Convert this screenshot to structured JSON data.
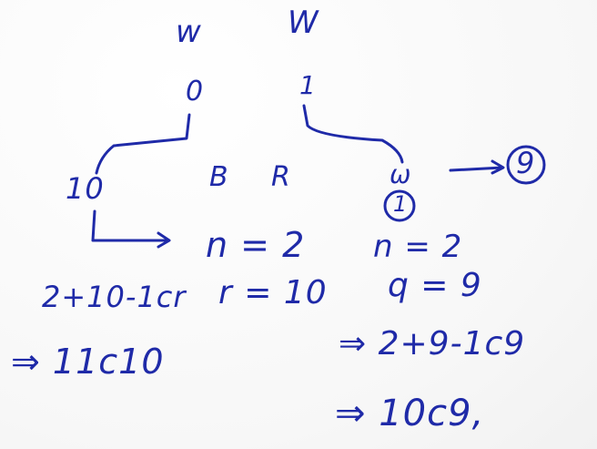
{
  "notes": {
    "w_left": "w",
    "w_right": "W",
    "zero": "0",
    "one": "1",
    "ten": "10",
    "b_label": "B",
    "r_label": "R",
    "w_small": "ω",
    "circled_one": "1",
    "circled_result": "9",
    "n_left": "n = 2",
    "n_right": "n = 2",
    "q_eq": "q = 9",
    "left_formula": "2+10-1cr",
    "r_eq": "r = 10",
    "left_result": "⇒ 11c10",
    "right_formula": "⇒ 2+9-1c9",
    "right_result": "⇒ 10c9,"
  },
  "colors": {
    "ink": "#1f2aa8",
    "paper": "#fbfbfb"
  }
}
